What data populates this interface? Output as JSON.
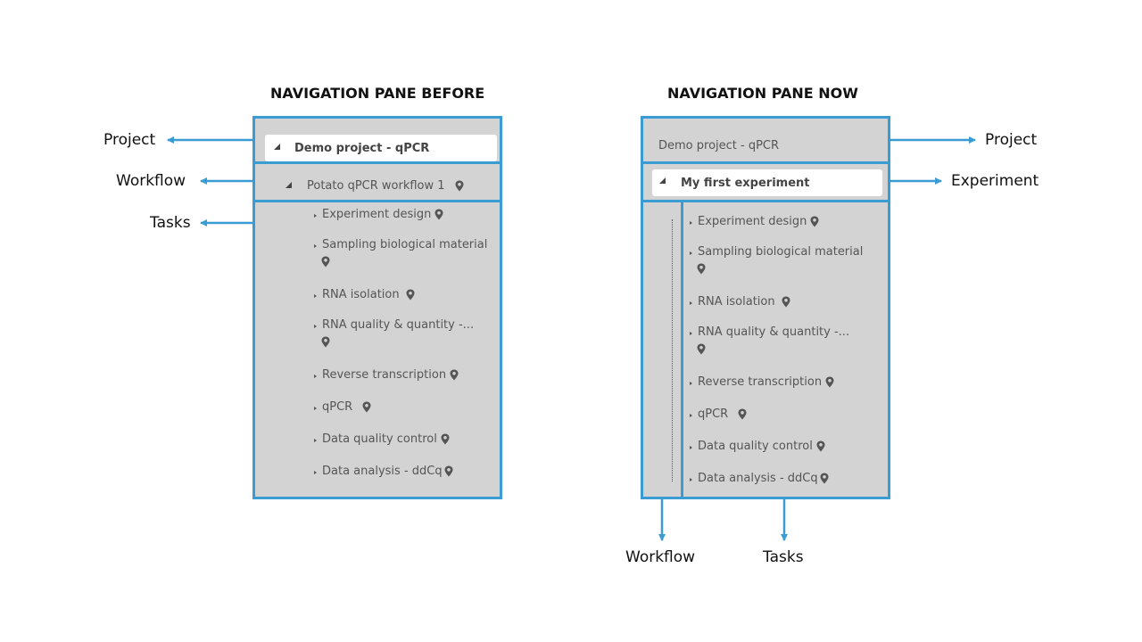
{
  "left": {
    "title": "NAVIGATION PANE BEFORE",
    "project_row": "Demo project - qPCR",
    "workflow_row": "Potato qPCR workflow 1",
    "callouts": {
      "project": "Project",
      "workflow": "Workflow",
      "tasks": "Tasks"
    },
    "tasks": [
      "Experiment design",
      "Sampling biological material",
      "RNA isolation",
      "RNA quality & quantity -...",
      "Reverse transcription",
      "qPCR",
      "Data quality control",
      "Data analysis - ddCq"
    ]
  },
  "right": {
    "title": "NAVIGATION PANE NOW",
    "project_row": "Demo project - qPCR",
    "experiment_row": "My first experiment",
    "callouts": {
      "project": "Project",
      "experiment": "Experiment",
      "workflow": "Workflow",
      "tasks": "Tasks"
    },
    "tasks": [
      "Experiment design",
      "Sampling biological material",
      "RNA isolation",
      "RNA quality & quantity -...",
      "Reverse transcription",
      "qPCR",
      "Data quality control",
      "Data analysis - ddCq"
    ]
  },
  "colors": {
    "accent": "#3b9bd3",
    "pane_bg": "#d3d3d3",
    "pin": "#555555"
  },
  "icons": {
    "pin": "map-pin-icon",
    "expanded": "triangle-down-icon",
    "collapsed": "triangle-right-icon"
  }
}
